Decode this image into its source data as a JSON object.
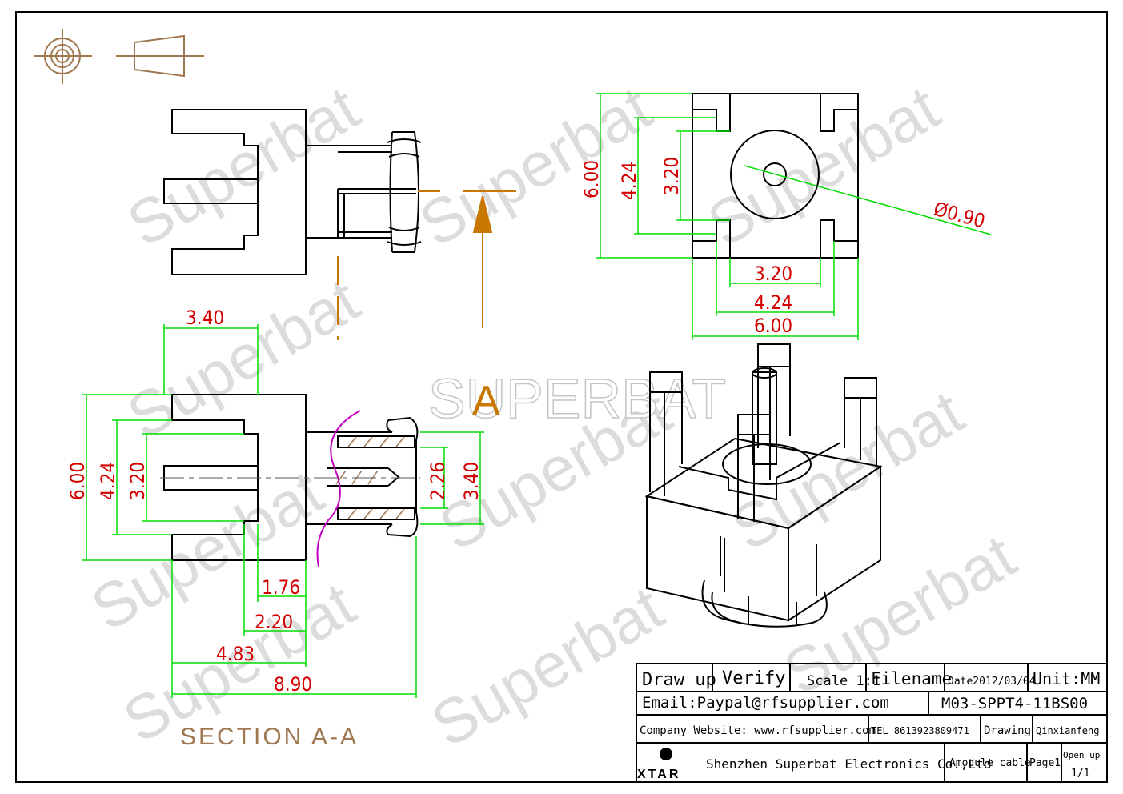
{
  "watermark": {
    "text": "Superbat",
    "brand": "SUPERBAT"
  },
  "section_mark": "A",
  "section_title": "SECTION  A-A",
  "top_view_dims": {
    "width": "6.00",
    "pin_span": "4.24",
    "inner": "3.20",
    "hole_diameter": "Ø0.90",
    "w_inner": "3.20",
    "w_span": "4.24",
    "w_total": "6.00"
  },
  "section_dims": {
    "top_width": "3.40",
    "height": "6.00",
    "span": "4.24",
    "inner": "3.20",
    "bore": "2.26",
    "outer": "3.40",
    "d1": "1.76",
    "d2": "2.20",
    "d3": "4.83",
    "length": "8.90"
  },
  "title_block": {
    "draw_up": "Draw up",
    "verify": "Verify",
    "scale": "Scale 1:1",
    "filename_label": "Filename",
    "date": "Date2012/03/04",
    "unit": "Unit:MM",
    "email": "Email:Paypal@rfsupplier.com",
    "filename": "M03-SPPT4-11BS00",
    "website": "Company Website:  www.rfsupplier.com",
    "tel": "TEL  8613923809471",
    "drawing_label": "Drawing",
    "drawer": "Qinxianfeng",
    "logo": "XTAR",
    "company": "Shenzhen Superbat Electronics Co.,Ltd",
    "product": "Amodule cable",
    "page": "Page1",
    "open_up": "Open up",
    "open_up_ratio": "1/1"
  },
  "colors": {
    "outline": "#000000",
    "dimension": "#00e000",
    "dim_text": "#d40000",
    "accent": "#c87800",
    "section": "#a07850",
    "cut": "#c000c0"
  }
}
